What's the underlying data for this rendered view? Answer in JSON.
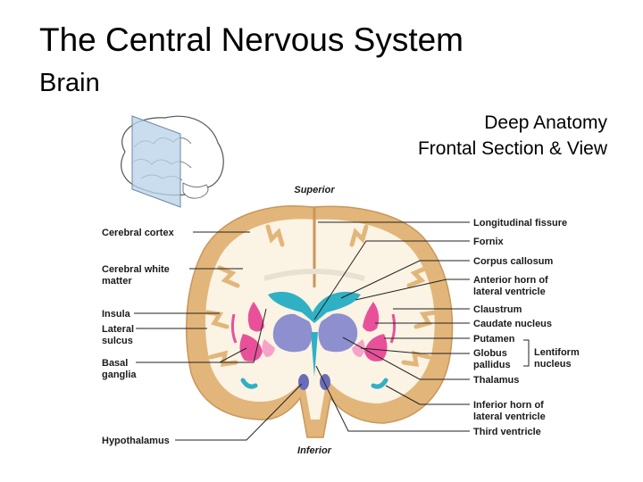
{
  "header": {
    "title": "The Central Nervous System",
    "subtitle": "Brain",
    "section_title": "Deep Anatomy",
    "section_view": "Frontal Section & View"
  },
  "orientation": {
    "superior": "Superior",
    "inferior": "Inferior"
  },
  "labels_left": {
    "cerebral_cortex": "Cerebral cortex",
    "white_matter_1": "Cerebral white",
    "white_matter_2": "matter",
    "insula": "Insula",
    "lateral_sulcus_1": "Lateral",
    "lateral_sulcus_2": "sulcus",
    "basal_ganglia_1": "Basal",
    "basal_ganglia_2": "ganglia",
    "hypothalamus": "Hypothalamus"
  },
  "labels_right": {
    "longitudinal_fissure": "Longitudinal fissure",
    "fornix": "Fornix",
    "corpus_callosum": "Corpus callosum",
    "anterior_horn_1": "Anterior horn of",
    "anterior_horn_2": "lateral ventricle",
    "claustrum": "Claustrum",
    "caudate_nucleus": "Caudate nucleus",
    "putamen": "Putamen",
    "globus_pallidus_1": "Globus",
    "globus_pallidus_2": "pallidus",
    "lentiform_1": "Lentiform",
    "lentiform_2": "nucleus",
    "thalamus": "Thalamus",
    "inferior_horn_1": "Inferior horn of",
    "inferior_horn_2": "lateral ventricle",
    "third_ventricle": "Third ventricle"
  },
  "colors": {
    "cortex": "#e2b67a",
    "white_matter": "#fbf3e4",
    "basal_ganglia": "#e8519a",
    "ventricles": "#2fb0c4",
    "thalamus": "#8e8fcf",
    "plane": "#b7d2e8"
  }
}
